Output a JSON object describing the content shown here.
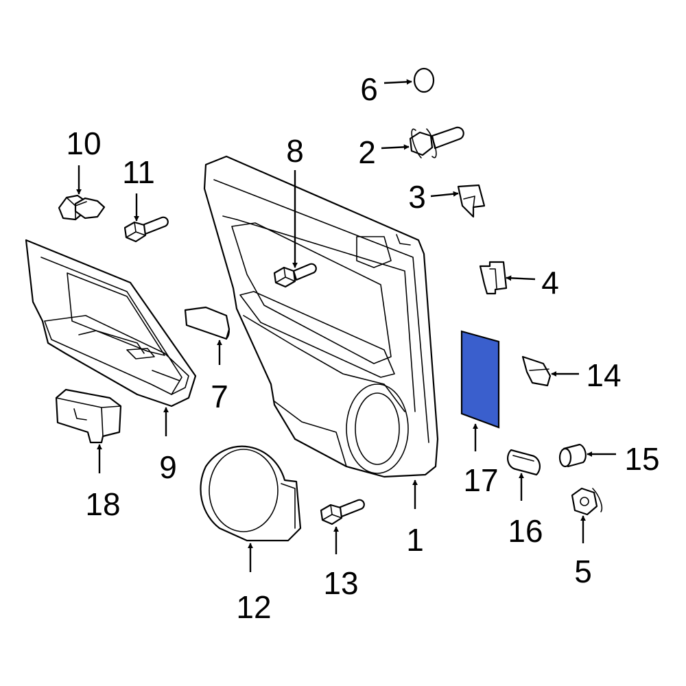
{
  "highlight_color": "#3a5fcd",
  "callouts": [
    {
      "id": "1",
      "label": "1"
    },
    {
      "id": "2",
      "label": "2"
    },
    {
      "id": "3",
      "label": "3"
    },
    {
      "id": "4",
      "label": "4"
    },
    {
      "id": "5",
      "label": "5"
    },
    {
      "id": "6",
      "label": "6"
    },
    {
      "id": "7",
      "label": "7"
    },
    {
      "id": "8",
      "label": "8"
    },
    {
      "id": "9",
      "label": "9"
    },
    {
      "id": "10",
      "label": "10"
    },
    {
      "id": "11",
      "label": "11"
    },
    {
      "id": "12",
      "label": "12"
    },
    {
      "id": "13",
      "label": "13"
    },
    {
      "id": "14",
      "label": "14"
    },
    {
      "id": "15",
      "label": "15"
    },
    {
      "id": "16",
      "label": "16"
    },
    {
      "id": "17",
      "label": "17"
    },
    {
      "id": "18",
      "label": "18"
    }
  ]
}
